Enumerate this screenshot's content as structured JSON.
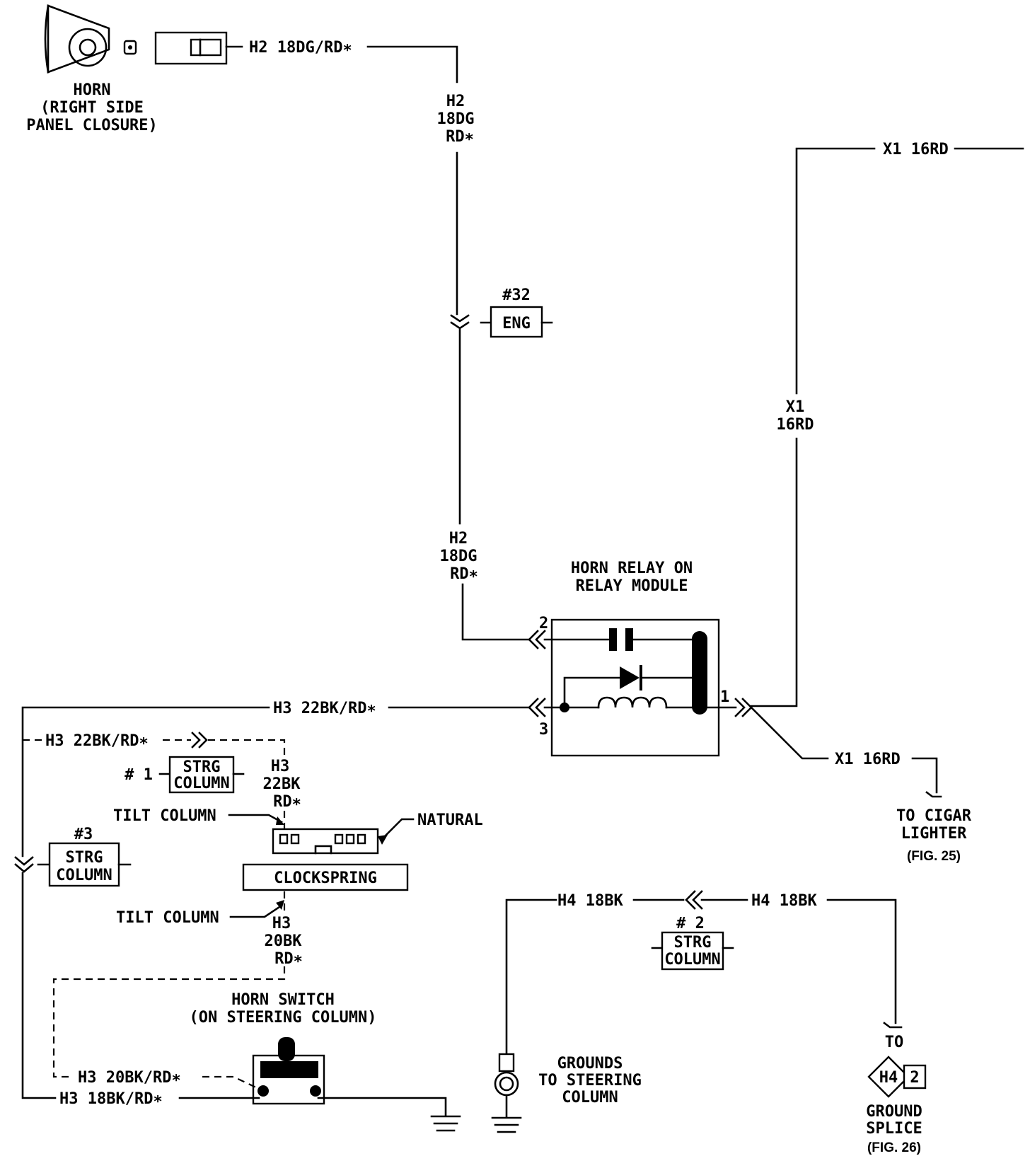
{
  "horn": {
    "title": "HORN",
    "location_line1": "(RIGHT SIDE",
    "location_line2": "PANEL CLOSURE)"
  },
  "wires": {
    "h2_top": "H2 18DG/RD∗",
    "h2_vert_a": [
      "H2",
      "18DG",
      "RD∗"
    ],
    "h2_vert_b": [
      "H2",
      "18DG",
      "RD∗"
    ],
    "x1_top": "X1 16RD",
    "x1_vert": [
      "X1",
      "16RD"
    ],
    "x1_lower": "X1 16RD",
    "h3_main": "H3 22BK/RD∗",
    "h3_dashed": "H3 22BK/RD∗",
    "h3_clock_top": [
      "H3",
      "22BK",
      "RD∗"
    ],
    "h3_clock_bottom": [
      "H3",
      "20BK",
      "RD∗"
    ],
    "h3_switch_dashed": "H3 20BK/RD∗",
    "h3_switch_solid": "H3 18BK/RD∗",
    "h4_left": "H4 18BK",
    "h4_right": "H4 18BK"
  },
  "connectors": {
    "c32_number": "#32",
    "c32_label": "ENG",
    "c1_number": "# 1",
    "c1_label": [
      "STRG",
      "COLUMN"
    ],
    "c3_number": "#3",
    "c3_label": [
      "STRG",
      "COLUMN"
    ],
    "c2_number": "# 2",
    "c2_label": [
      "STRG",
      "COLUMN"
    ]
  },
  "relay": {
    "title_line1": "HORN RELAY ON",
    "title_line2": "RELAY MODULE",
    "pin_2": "2",
    "pin_3": "3",
    "pin_1": "1"
  },
  "clockspring": {
    "label": "CLOCKSPRING",
    "tilt_top": "TILT COLUMN",
    "tilt_bottom": "TILT COLUMN",
    "natural": "NATURAL"
  },
  "horn_switch": {
    "title_line1": "HORN SWITCH",
    "title_line2": "(ON STEERING COLUMN)"
  },
  "cigar": {
    "line1": "TO CIGAR",
    "line2": "LIGHTER",
    "ref": "(FIG. 25)"
  },
  "grounds": {
    "line1": "GROUNDS",
    "line2": "TO STEERING",
    "line3": "COLUMN"
  },
  "splice": {
    "to": "TO",
    "code": "H4",
    "number": "2",
    "line1": "GROUND",
    "line2": "SPLICE",
    "ref": "(FIG. 26)"
  },
  "colors": {
    "ink": "#000000",
    "paper": "#ffffff"
  }
}
